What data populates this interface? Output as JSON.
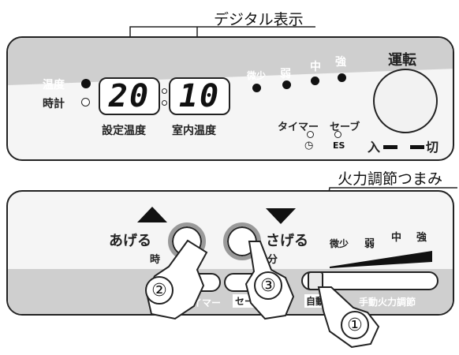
{
  "callouts": {
    "digital_display": "デジタル表示",
    "heat_knob": "火力調節つまみ"
  },
  "top_panel": {
    "temp_label": "温度",
    "clock_label": "時計",
    "set_temp_value": "20",
    "room_temp_value": "10",
    "set_temp_label": "設定温度",
    "room_temp_label": "室内温度",
    "levels": [
      "微少",
      "弱",
      "中",
      "強"
    ],
    "run_label": "運転",
    "timer_label": "タイマー",
    "save_label": "セーブ",
    "on_label": "入",
    "off_label": "切"
  },
  "bottom_panel": {
    "up_label": "あげる",
    "up_sub": "時",
    "down_label": "さげる",
    "down_sub": "分",
    "levels": [
      "微少",
      "弱",
      "中",
      "強"
    ],
    "timer_button": "タイマー",
    "save_button": "セーブ",
    "auto_label": "自動",
    "manual_label": "手動火力調節",
    "steps": [
      "②",
      "③",
      "①"
    ]
  },
  "colors": {
    "panel_bg": "#f5f5f5",
    "band": "#cfcfcf",
    "button_rim": "#9a9a9a",
    "dark": "#111111"
  }
}
